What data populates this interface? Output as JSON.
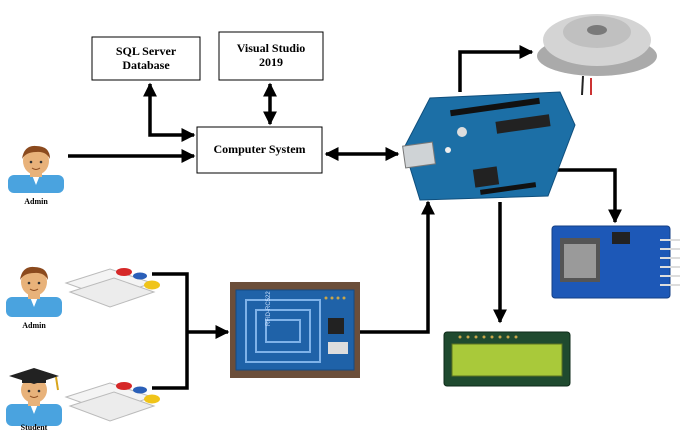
{
  "boxes": {
    "sql": "SQL Server Database",
    "vs": "Visual Studio 2019",
    "computer": "Computer System"
  },
  "people": {
    "admin_top": "Admin",
    "admin_mid": "Admin",
    "student": "Student"
  },
  "rfid_chip_text": "RFID-RC522",
  "colors": {
    "arrow": "#000000",
    "arduino_board": "#1c6fa6",
    "rfid_board": "#1f62a8",
    "sd_board": "#1d58b7",
    "lcd_screen": "#a9c93a",
    "buzzer": "#cfcfcf",
    "skin": "#e8b27a",
    "hair": "#8b4a1e",
    "shirt": "#4aa3df"
  },
  "icons": [
    "admin-avatar-icon",
    "student-avatar-icon",
    "rfid-card-icon",
    "arduino-board-icon",
    "buzzer-icon",
    "sd-card-module-icon",
    "lcd-display-icon",
    "rfid-reader-icon"
  ]
}
